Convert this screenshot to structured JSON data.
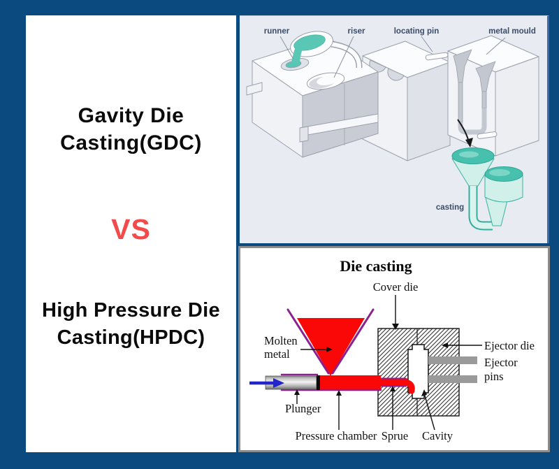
{
  "left_panel": {
    "gdc_line1": "Gavity Die",
    "gdc_line2": "Casting(GDC)",
    "vs": "VS",
    "hpdc_line1": "High Pressure Die",
    "hpdc_line2": "Casting(HPDC)"
  },
  "gdc_diagram": {
    "label_runner": "runner",
    "label_riser": "riser",
    "label_locating_pin": "locating pin",
    "label_metal_mould": "metal mould",
    "label_casting": "casting"
  },
  "hpdc_diagram": {
    "title": "Die casting",
    "label_cover_die": "Cover die",
    "label_molten_line1": "Molten",
    "label_molten_line2": "metal",
    "label_ejector_die": "Ejector die",
    "label_ejector_pins_line1": "Ejector",
    "label_ejector_pins_line2": "pins",
    "label_plunger": "Plunger",
    "label_pressure_chamber": "Pressure chamber",
    "label_sprue": "Sprue",
    "label_cavity": "Cavity"
  },
  "colors": {
    "background_navy": "#0a4a7e",
    "vs_red": "#f34b4b",
    "molten_metal_red": "#fa0808",
    "funnel_outline_purple": "#8b2090",
    "injection_arrow_blue": "#2424cc",
    "ejector_pin_gray": "#9a9a9a",
    "casting_teal": "#49c0b0",
    "casting_teal_light": "#d6f0ea",
    "gdc_panel_background": "#e9ebf2",
    "gdc_label_slate": "#3b4c66",
    "hpdc_panel_border_gray": "#8c8c8c"
  }
}
